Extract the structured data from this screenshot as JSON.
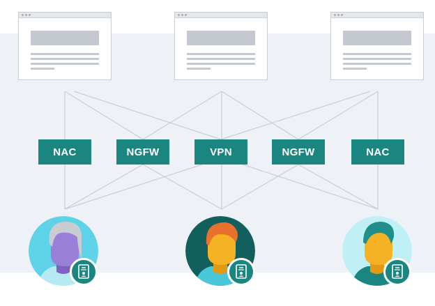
{
  "servers": [
    {
      "name": "server-window-left"
    },
    {
      "name": "server-window-center"
    },
    {
      "name": "server-window-right"
    }
  ],
  "nodes": [
    {
      "label": "NAC"
    },
    {
      "label": "NGFW"
    },
    {
      "label": "VPN"
    },
    {
      "label": "NGFW"
    },
    {
      "label": "NAC"
    }
  ],
  "users": [
    {
      "name": "user-gray-hair",
      "hair_color": "#c9ccd1",
      "face_color": "#9a7fd8",
      "bg_color": "#5ed3e8"
    },
    {
      "name": "user-orange-hair",
      "hair_color": "#e8712d",
      "face_color": "#f4b224",
      "bg_color": "#12605e"
    },
    {
      "name": "user-teal-hair",
      "hair_color": "#1e8f8a",
      "face_color": "#f4b224",
      "bg_color": "#bff0f6"
    }
  ],
  "colors": {
    "accent": "#1b8580",
    "background_band": "#eef2f6",
    "wire": "#c7ced6"
  }
}
